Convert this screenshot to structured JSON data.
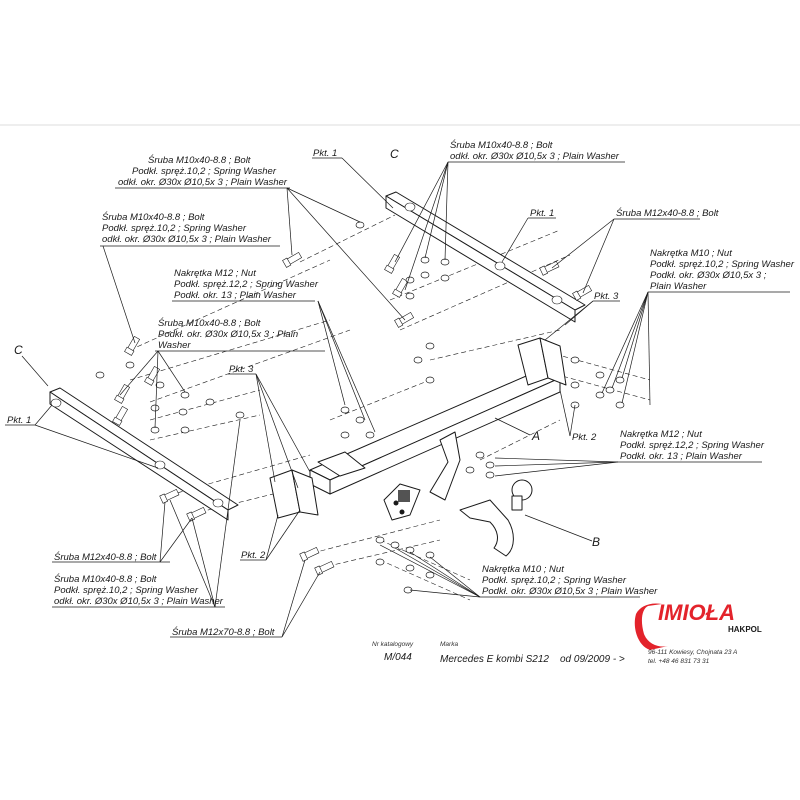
{
  "parts": {
    "C_top": "C",
    "C_left": "C",
    "A": "A",
    "B": "B"
  },
  "labels": {
    "pkt1_top": "Pkt. 1",
    "pkt1_mid": "Pkt. 1",
    "pkt1_left": "Pkt. 1",
    "pkt3_right": "Pkt. 3",
    "pkt3_left": "Pkt. 3",
    "pkt2_right": "Pkt. 2",
    "pkt2_left": "Pkt. 2"
  },
  "callouts": {
    "topleft": [
      "Śruba M10x40-8.8 ;  Bolt",
      "Podkł. spręż.10,2 ; Spring Washer",
      "odkł. okr.  Ø30x Ø10,5x 3 ; Plain Washer"
    ],
    "leftmid": [
      "Śruba M10x40-8.8 ;  Bolt",
      "Podkł. spręż.10,2 ; Spring Washer",
      "odkł. okr.  Ø30x Ø10,5x 3 ; Plain Washer"
    ],
    "nut12_top": [
      "Nakrętka  M12 ; Nut",
      "Podkł. spręż.12,2 ; Spring Washer",
      "Podkł. okr. 13 ; Plain Washer"
    ],
    "center_bolt": [
      "Śruba M10x40-8.8 ;  Bolt",
      "Podkł. okr.  Ø30x Ø10,5x 3 ; Plain",
      "Washer"
    ],
    "top_right_bolt": [
      "Śruba M10x40-8.8 ;  Bolt",
      "odkł. okr.  Ø30x Ø10,5x 3 ; Plain Washer"
    ],
    "m12_bolt_right": [
      "Śruba M12x40-8.8 ;  Bolt"
    ],
    "nut10_right": [
      "Nakrętka  M10 ; Nut",
      "Podkł. spręż.10,2 ; Spring Washer",
      "Podkł. okr.  Ø30x Ø10,5x 3 ;",
      "Plain Washer"
    ],
    "nut12_right": [
      "Nakrętka  M12 ; Nut",
      "Podkł. spręż.12,2 ; Spring Washer",
      "Podkł. okr. 13 ; Plain Washer"
    ],
    "m12_bolt_left": [
      "Śruba M12x40-8.8 ;  Bolt"
    ],
    "bottom_left": [
      "Śruba M10x40-8.8 ;  Bolt",
      "Podkł. spręż.10,2 ; Spring Washer",
      "odkł. okr.  Ø30x Ø10,5x 3 ; Plain Washer"
    ],
    "m12x70": [
      "Śruba M12x70-8.8 ;  Bolt"
    ],
    "nut10_bottom": [
      "Nakrętka  M10 ; Nut",
      "Podkł. spręż.10,2 ; Spring Washer",
      "Podkł. okr.  Ø30x Ø10,5x 3 ; Plain Washer"
    ]
  },
  "footer": {
    "catalog_label": "Nr katalogowy",
    "catalog_value": "M/044",
    "brand_label": "Marka",
    "model": "Mercedes E kombi S212",
    "date": "od 09/2009  - >",
    "logo_text": "IMIOŁA",
    "logo_sub": "HAKPOL",
    "address": "96-111 Kowiesy, Chojnata 23 A",
    "phone": "tel. +48 46 831 73 31"
  },
  "colors": {
    "logo_red": "#e3232b",
    "line": "#1a1a1a"
  }
}
